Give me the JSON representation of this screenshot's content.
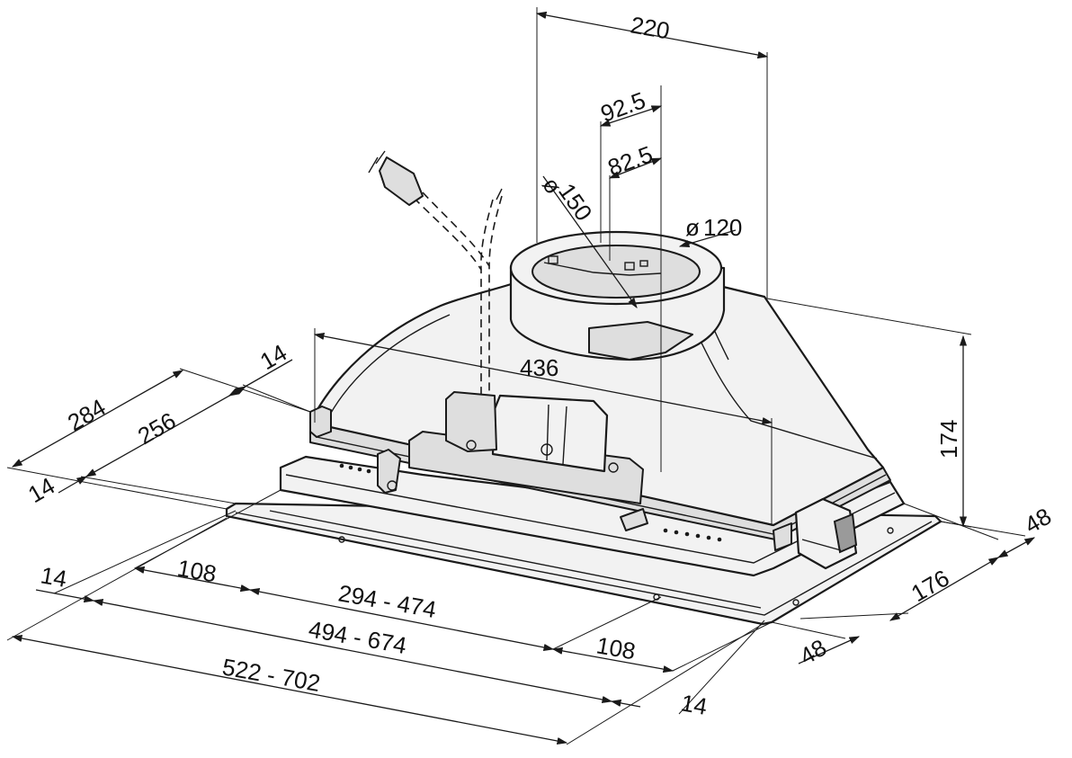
{
  "dimensions": {
    "d_220": "220",
    "d_92_5": "92.5",
    "d_82_5": "82.5",
    "d_dia150": "150",
    "d_dia120": "120",
    "diameter_symbol": "ø",
    "d_436": "436",
    "d_174": "174",
    "d_284": "284",
    "d_256": "256",
    "d_14_top": "14",
    "d_14_left": "14",
    "d_108_left": "108",
    "d_294_474": "294 - 474",
    "d_14_low": "14",
    "d_494_674": "494 - 674",
    "d_108_right": "108",
    "d_522_702": "522 - 702",
    "d_14_bottom": "14",
    "d_48_right": "48",
    "d_176": "176",
    "d_48_bottom": "48"
  },
  "colors": {
    "line": "#1a1a1a",
    "background": "#ffffff"
  }
}
